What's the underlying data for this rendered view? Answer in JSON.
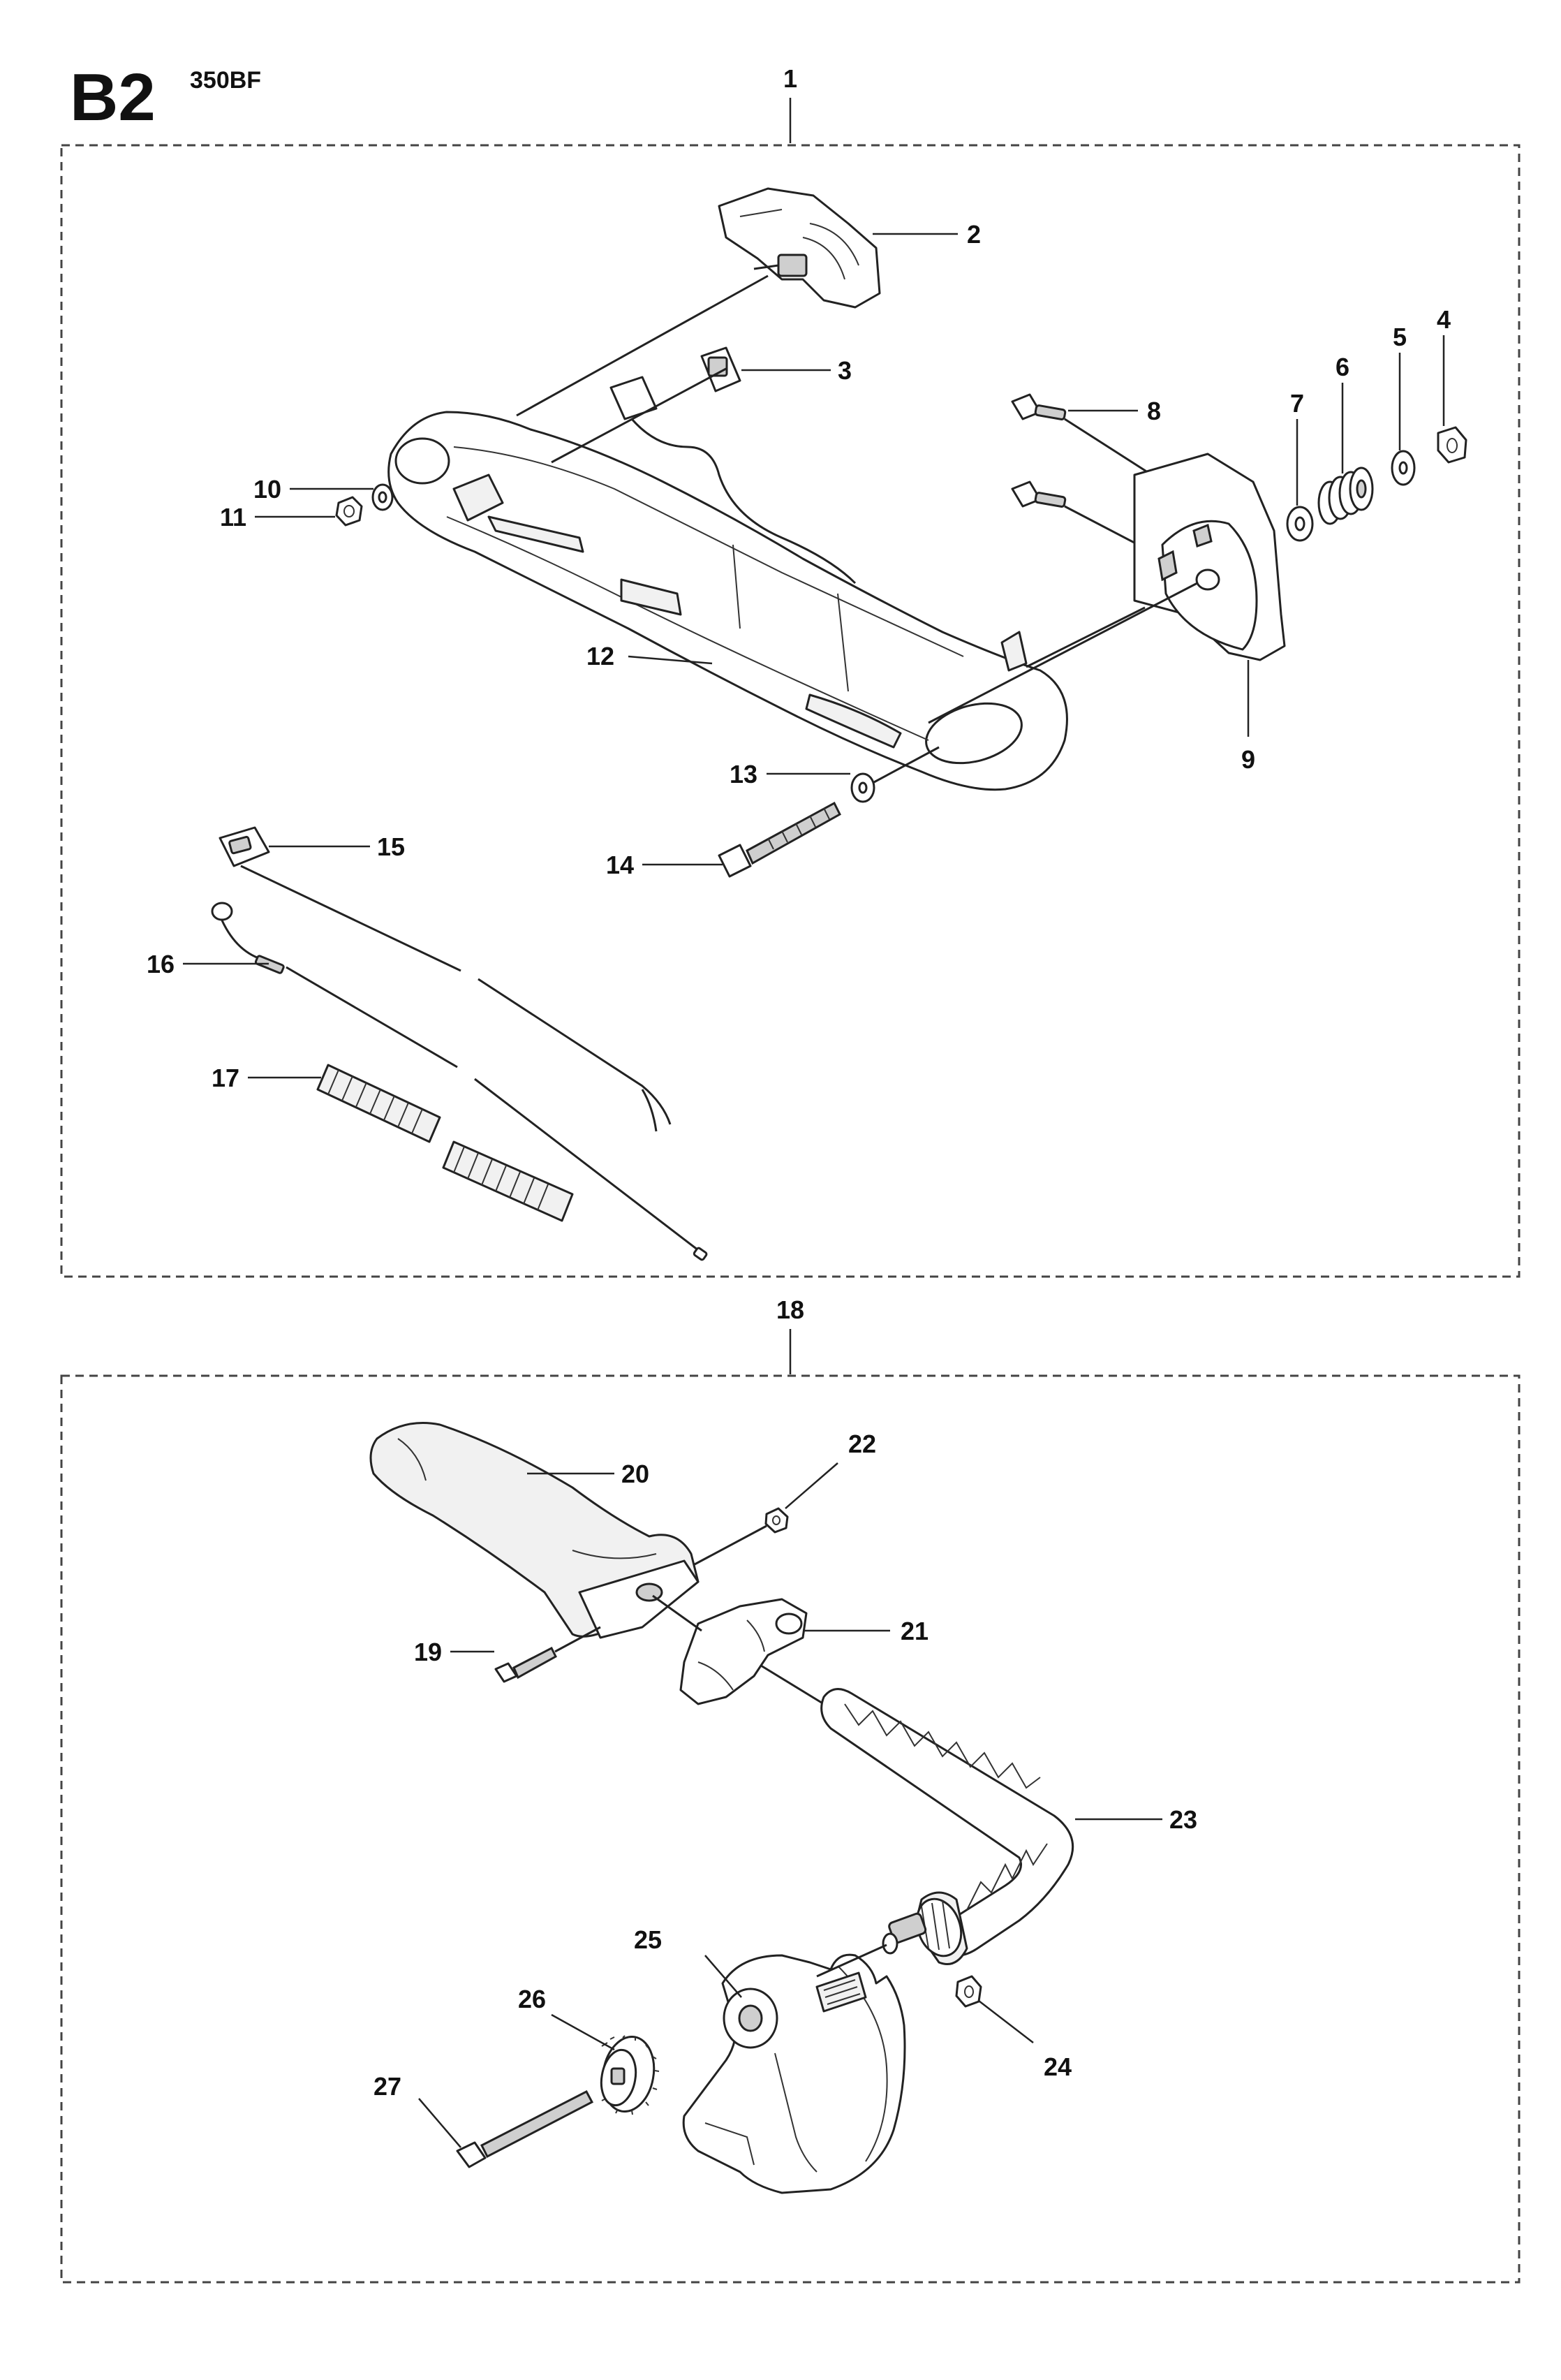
{
  "header": {
    "section_code": "B2",
    "model": "350BF"
  },
  "group_top": {
    "label": "1"
  },
  "group_bottom": {
    "label": "18"
  },
  "callouts": [
    {
      "id": "2",
      "label": "2"
    },
    {
      "id": "3",
      "label": "3"
    },
    {
      "id": "4",
      "label": "4"
    },
    {
      "id": "5",
      "label": "5"
    },
    {
      "id": "6",
      "label": "6"
    },
    {
      "id": "7",
      "label": "7"
    },
    {
      "id": "8",
      "label": "8"
    },
    {
      "id": "9",
      "label": "9"
    },
    {
      "id": "10",
      "label": "10"
    },
    {
      "id": "11",
      "label": "11"
    },
    {
      "id": "12",
      "label": "12"
    },
    {
      "id": "13",
      "label": "13"
    },
    {
      "id": "14",
      "label": "14"
    },
    {
      "id": "15",
      "label": "15"
    },
    {
      "id": "16",
      "label": "16"
    },
    {
      "id": "17",
      "label": "17"
    },
    {
      "id": "19",
      "label": "19"
    },
    {
      "id": "20",
      "label": "20"
    },
    {
      "id": "21",
      "label": "21"
    },
    {
      "id": "22",
      "label": "22"
    },
    {
      "id": "23",
      "label": "23"
    },
    {
      "id": "24",
      "label": "24"
    },
    {
      "id": "25",
      "label": "25"
    },
    {
      "id": "26",
      "label": "26"
    },
    {
      "id": "27",
      "label": "27"
    }
  ]
}
